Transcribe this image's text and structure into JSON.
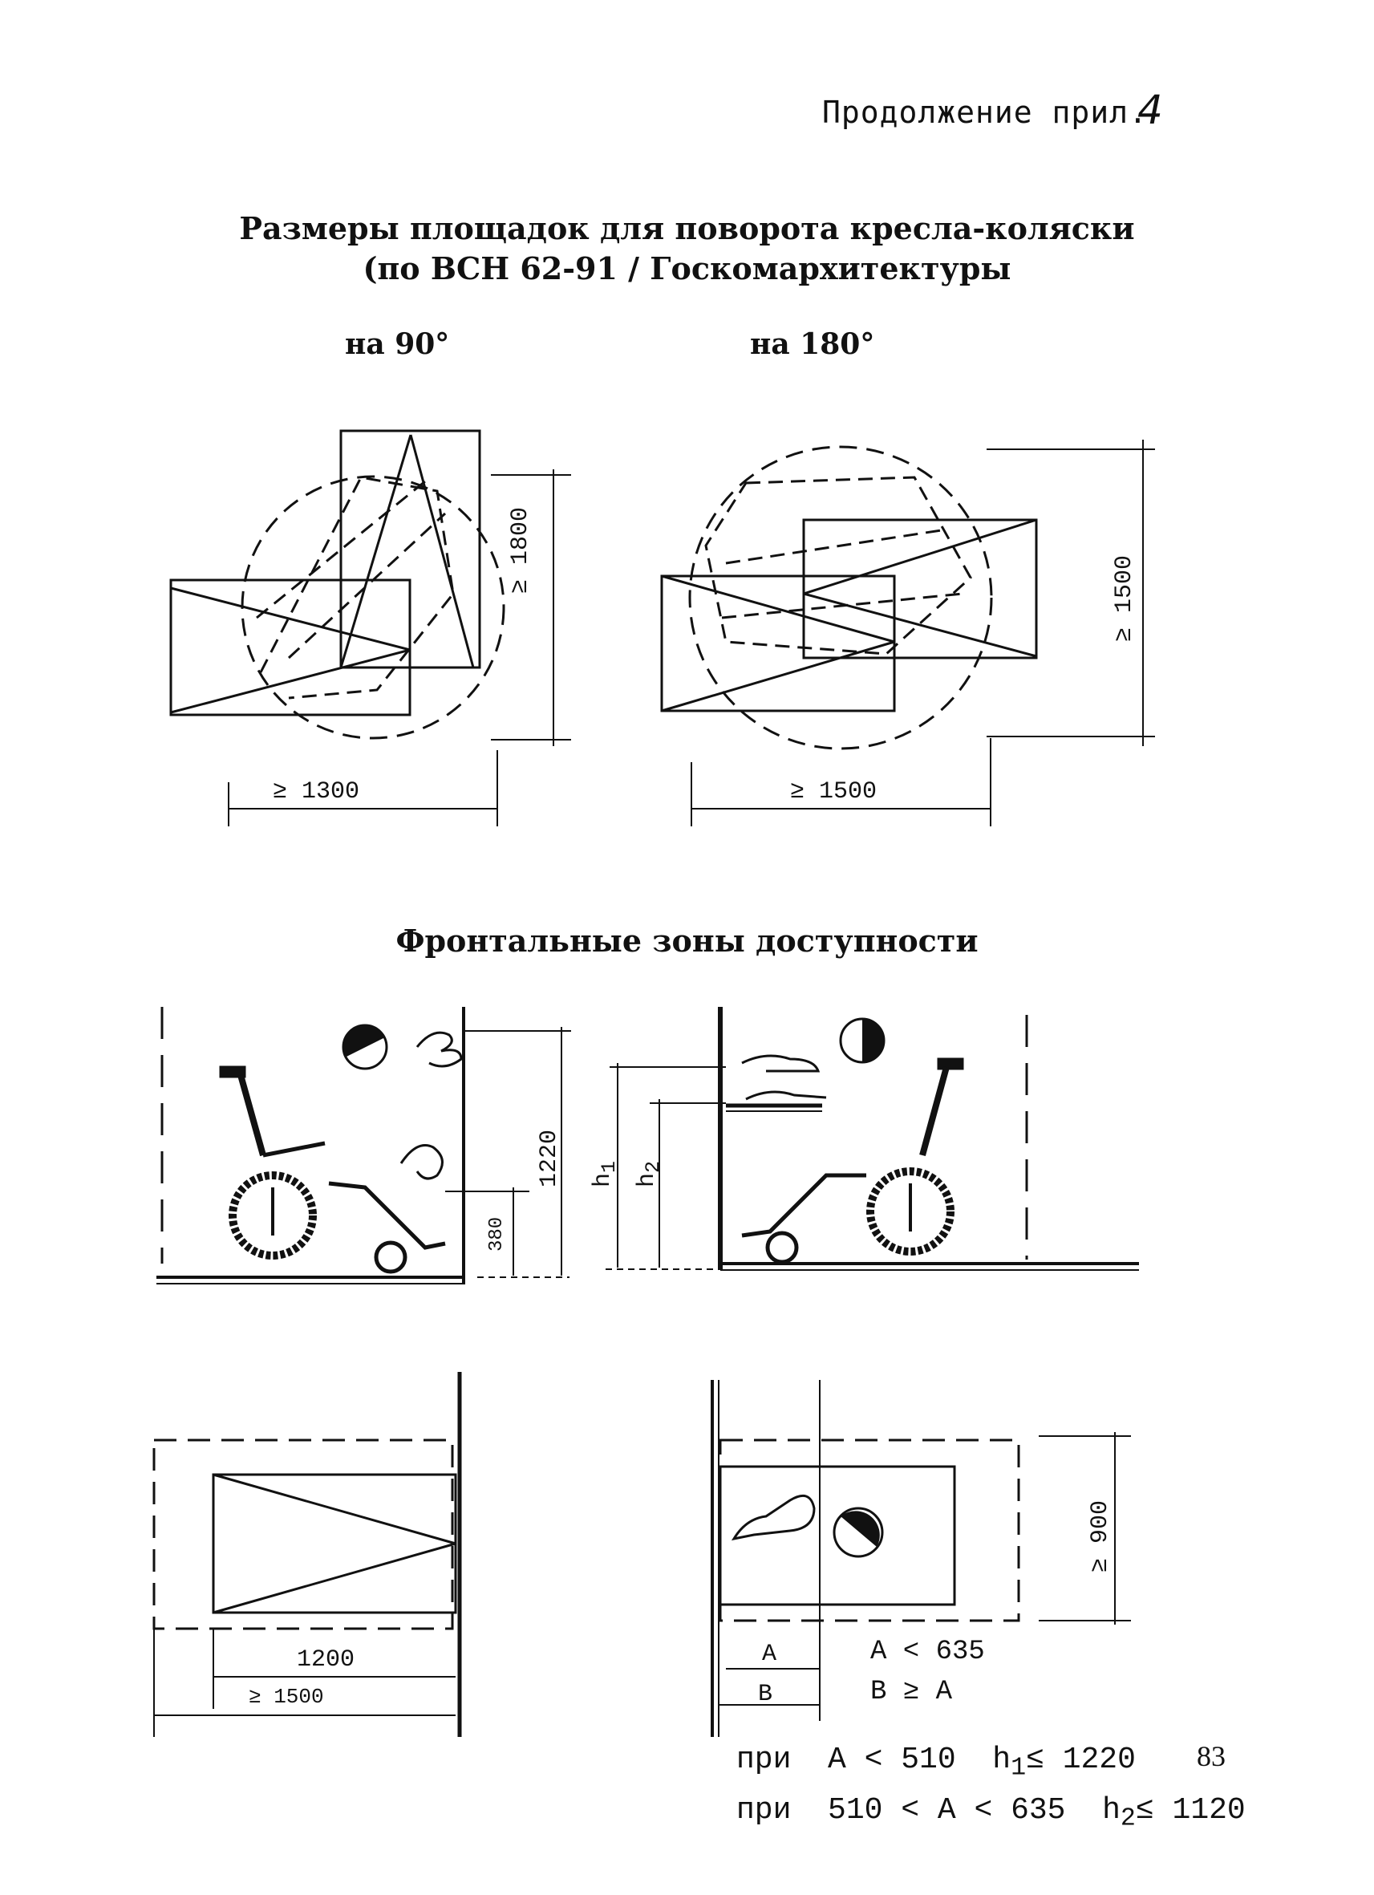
{
  "header": {
    "continuation": "Продолжение прил.",
    "appendix_number": "4"
  },
  "section1": {
    "title_line1": "Размеры площадок для поворота кресла-коляски",
    "title_line2": "(по ВСН 62-91  / Госкомархитектуры",
    "turn90": {
      "label": "на 90°",
      "dim_width": "≥ 1300",
      "dim_height": "≥ 1800"
    },
    "turn180": {
      "label": "на  180°",
      "dim_width": "≥ 1500",
      "dim_height": "≥ 1500"
    }
  },
  "section2": {
    "title": "Фронтальные зоны доступности",
    "side_left": {
      "dim_high": "1220",
      "dim_low": "380"
    },
    "side_right": {
      "h1": "h",
      "h1_sub": "1",
      "h2": "h",
      "h2_sub": "2"
    },
    "plan_left": {
      "dim_inner": "1200",
      "dim_outer": "≥ 1500"
    },
    "plan_right": {
      "dim_height": "≥ 900",
      "label_a": "A",
      "label_b": "B",
      "cond_a": "A < 635",
      "cond_b": "B ≥ A"
    }
  },
  "footnote": {
    "line1_prefix": "при",
    "line1_cond": "A < 510",
    "line1_h": "h",
    "line1_sub": "1",
    "line1_val": "≤ 1220",
    "line2_prefix": "при",
    "line2_cond": "510 < A < 635",
    "line2_h": "h",
    "line2_sub": "2",
    "line2_val": "≤ 1120"
  },
  "page_number": "83"
}
